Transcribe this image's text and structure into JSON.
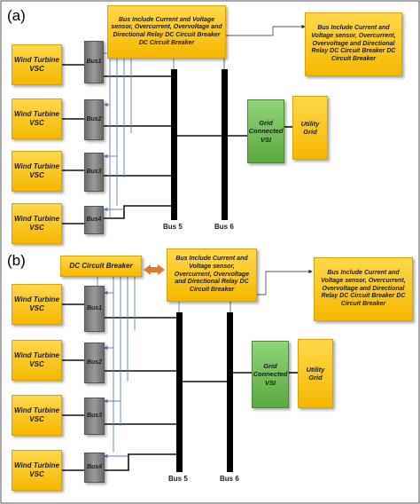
{
  "panel_a": {
    "label": "(a)",
    "sensor_box": "Bus Include Current and Voltage sensor, Overcurrent, Overvoltage and Directional Relay DC Circuit Breaker DC Circuit Breaker",
    "right_box": "Bus Include Current and Voltage sensor, Overcurrent, Overvoltage and Directional Relay DC Circuit Breaker DC Circuit Breaker",
    "wind_turbines": [
      "Wind Turbine VSC",
      "Wind Turbine VSC",
      "Wind Turbine VSC",
      "Wind Turbine VSC"
    ],
    "buses": [
      "Bus1",
      "Bus2",
      "Bus3",
      "Bus4"
    ],
    "bus5": "Bus 5",
    "bus6": "Bus 6",
    "vsi": "Grid Connected VSI",
    "utility": "Utility Grid"
  },
  "panel_b": {
    "label": "(b)",
    "breaker_box": "DC Circuit Breaker",
    "sensor_box": "Bus Include Current and Voltage sensor, Overcurrent, Overvoltage and Directional Relay DC Circuit Breaker",
    "right_box": "Bus Include Current and Voltage sensor, Overcurrent, Overvoltage and Directional Relay DC Circuit Breaker DC Circuit Breaker",
    "wind_turbines": [
      "Wind Turbine VSC",
      "Wind Turbine VSC",
      "Wind Turbine VSC",
      "Wind Turbine VSC"
    ],
    "buses": [
      "Bus1",
      "Bus2",
      "Bus3",
      "Bus4"
    ],
    "bus5": "Bus 5",
    "bus6": "Bus 6",
    "vsi": "Grid Connected VSI",
    "utility": "Utility Grid"
  },
  "colors": {
    "box_yellow": "#f5b800",
    "bus_gray": "#7a7a7a",
    "vsi_green": "#5aaa3e",
    "signal_line": "#5b7fc2",
    "arrow_orange": "#e07a2e"
  }
}
